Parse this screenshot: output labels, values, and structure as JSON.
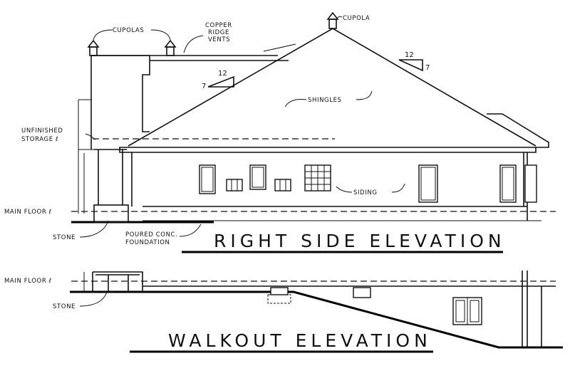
{
  "drawing": {
    "upper": {
      "title": "RIGHT SIDE ELEVATION",
      "labels": {
        "cupolas": "CUPOLAS",
        "copper_ridge_vents_line1": "COPPER",
        "copper_ridge_vents_line2": "RIDGE",
        "copper_ridge_vents_line3": "VENTS",
        "cupola": "CUPOLA",
        "shingles": "SHINGLES",
        "unfinished_storage_line1": "UNFINISHED",
        "unfinished_storage_line2": "STORAGE ℓ",
        "main_floor": "MAIN FLOOR ℓ",
        "siding": "SIDING",
        "stone": "STONE",
        "foundation_line1": "POURED CONC.",
        "foundation_line2": "FOUNDATION"
      },
      "pitch_left": {
        "run": "12",
        "rise": "7"
      },
      "pitch_right": {
        "run": "12",
        "rise": "7"
      }
    },
    "lower": {
      "title": "WALKOUT ELEVATION",
      "labels": {
        "main_floor": "MAIN FLOOR ℓ",
        "stone": "STONE"
      }
    }
  }
}
